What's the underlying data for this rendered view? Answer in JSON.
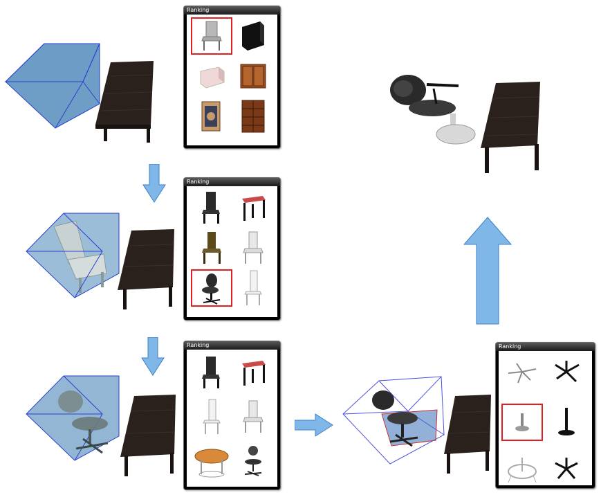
{
  "panels": [
    {
      "title": "Ranking"
    },
    {
      "title": "Ranking"
    },
    {
      "title": "Ranking"
    },
    {
      "title": "Ranking"
    }
  ],
  "colors": {
    "selection": "#e02020",
    "arrow_fill": "#7fb8e8",
    "arrow_stroke": "#3b7fc4",
    "box_fill": "#4a86b8",
    "box_edge": "#2a3fd0",
    "table": "#2a211c"
  }
}
